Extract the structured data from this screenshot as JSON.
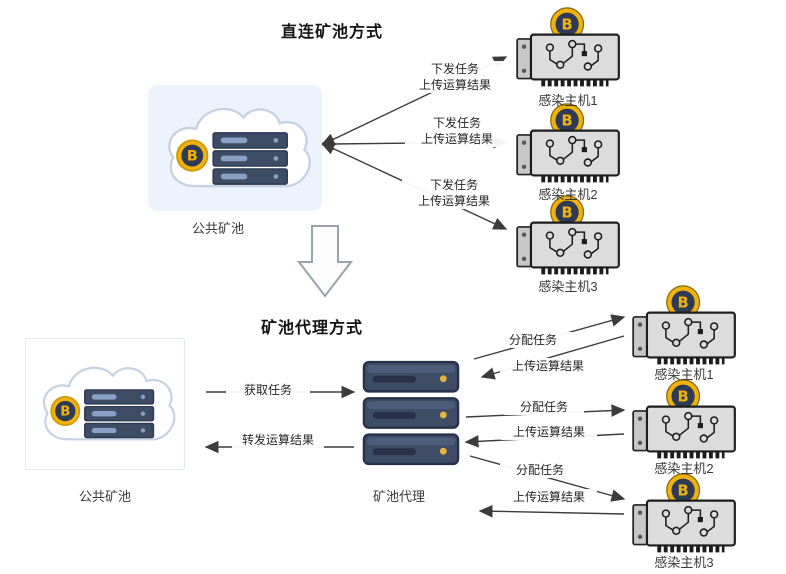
{
  "colors": {
    "bitcoin_gold": "#f2b20d",
    "coin_core_navy": "#2e3b55",
    "server_navy": "#3e4c66",
    "server_slot_blue": "#8aa0c4",
    "cloud_box_blue": "#edf3fc",
    "arrow_dark": "#3c3c3c",
    "gpu_card_gray": "#dcdcdc"
  },
  "top_section": {
    "title": "直连矿池方式",
    "pool_label": "公共矿池",
    "connections": [
      {
        "task": "下发任务",
        "result": "上传运算结果"
      },
      {
        "task": "下发任务",
        "result": "上传运算结果"
      },
      {
        "task": "下发任务",
        "result": "上传运算结果"
      }
    ],
    "hosts": [
      "感染主机1",
      "感染主机2",
      "感染主机3"
    ]
  },
  "bottom_section": {
    "title": "矿池代理方式",
    "pool_label": "公共矿池",
    "proxy_label": "矿池代理",
    "pool_to_proxy": {
      "get_task": "获取任务",
      "forward_result": "转发运算结果"
    },
    "connections": [
      {
        "task": "分配任务",
        "result": "上传运算结果"
      },
      {
        "task": "分配任务",
        "result": "上传运算结果"
      },
      {
        "task": "分配任务",
        "result": "上传运算结果"
      }
    ],
    "hosts": [
      "感染主机1",
      "感染主机2",
      "感染主机3"
    ]
  }
}
